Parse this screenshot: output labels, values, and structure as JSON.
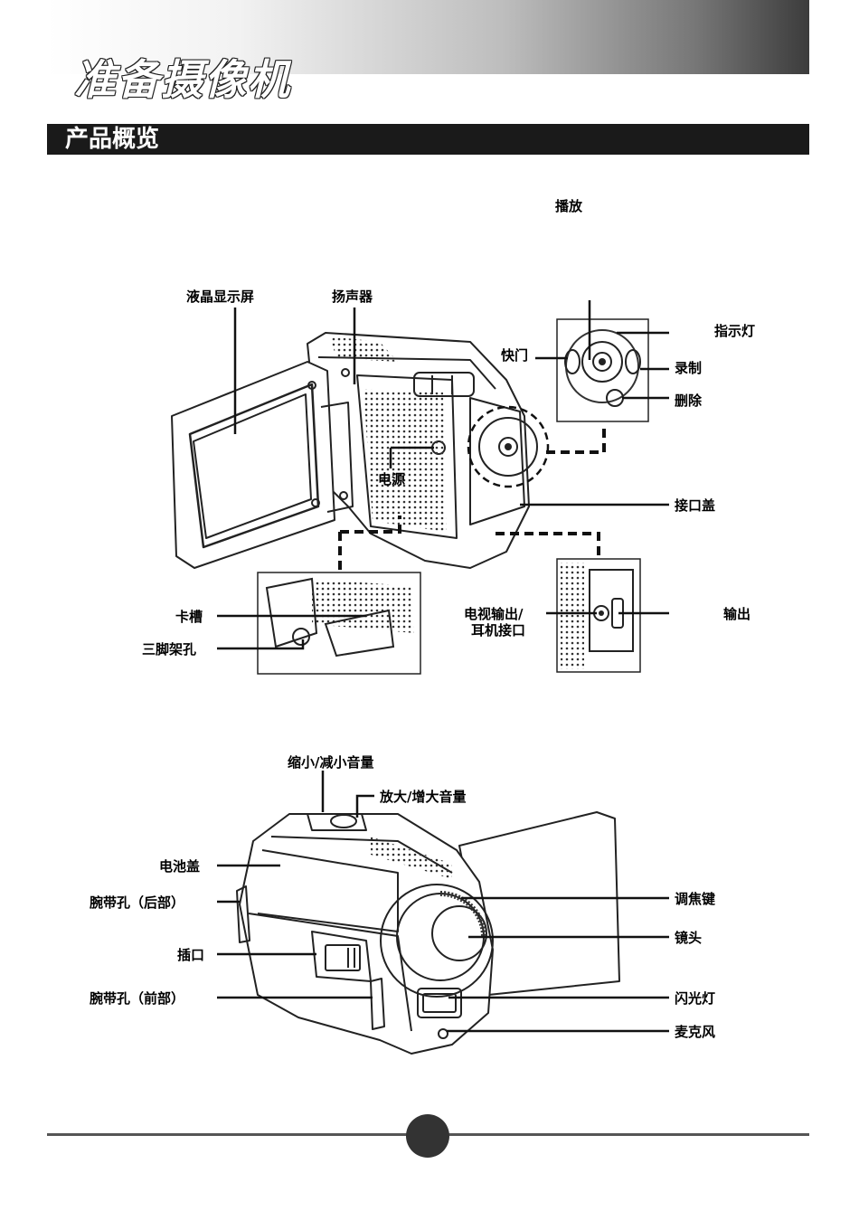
{
  "header": {
    "title": "准备摄像机"
  },
  "section": {
    "title": "产品概览"
  },
  "top_text": {
    "play_label": "播放"
  },
  "diagram_back": {
    "lcd": "液晶显示屏",
    "speaker": "扬声器",
    "indicator": "指示灯",
    "shutter": "快门",
    "record": "录制",
    "delete": "删除",
    "power": "电源",
    "port_cover": "接口盖",
    "card_slot": "卡槽",
    "tripod": "三脚架孔",
    "tv_out_1": "电视输出/",
    "tv_out_2": "耳机接口",
    "output": "输出"
  },
  "diagram_front": {
    "zoom_out": "缩小/减小音量",
    "zoom_in": "放大/增大音量",
    "battery_cover": "电池盖",
    "strap_rear": "腕带孔（后部）",
    "focus": "调焦键",
    "plug": "插口",
    "lens": "镜头",
    "strap_front": "腕带孔（前部）",
    "flash": "闪光灯",
    "mic": "麦克风"
  }
}
